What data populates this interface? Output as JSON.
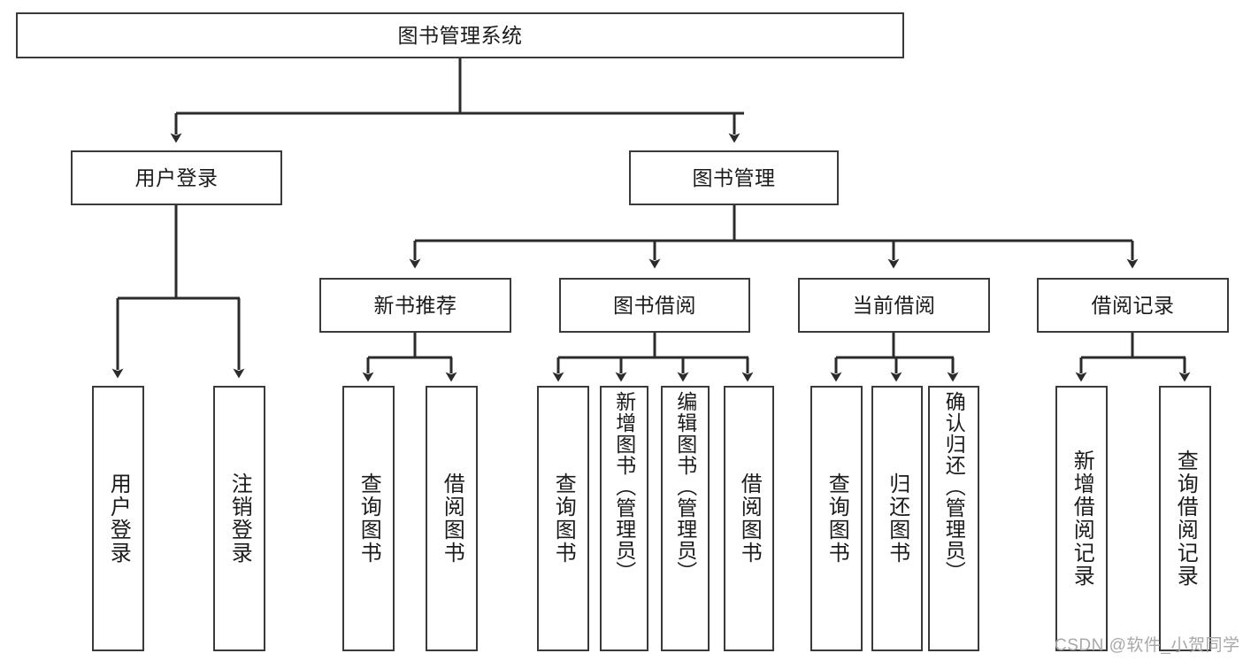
{
  "diagram": {
    "type": "tree-hierarchy-flowchart",
    "title": "图书管理系统",
    "background_color": "#ffffff",
    "box_border_color": "#3a3a3a",
    "connector_color": "#2b2b2b",
    "text_color": "#1b1b1b"
  },
  "nodes": {
    "root": {
      "label": "图书管理系统",
      "level": 1,
      "orientation": "horizontal"
    },
    "l2": [
      {
        "id": "user-login",
        "label": "用户登录",
        "level": 2,
        "orientation": "horizontal"
      },
      {
        "id": "book-manage",
        "label": "图书管理",
        "level": 2,
        "orientation": "horizontal"
      }
    ],
    "l3": [
      {
        "id": "new-book-recommend",
        "label": "新书推荐",
        "level": 3,
        "orientation": "horizontal"
      },
      {
        "id": "book-borrow",
        "label": "图书借阅",
        "level": 3,
        "orientation": "horizontal"
      },
      {
        "id": "current-borrow",
        "label": "当前借阅",
        "level": 3,
        "orientation": "horizontal"
      },
      {
        "id": "borrow-record",
        "label": "借阅记录",
        "level": 3,
        "orientation": "horizontal"
      }
    ],
    "leaves": [
      {
        "id": "leaf-user-login",
        "label": "用户登录",
        "parent": "user-login",
        "orientation": "vertical"
      },
      {
        "id": "leaf-logout",
        "label": "注销登录",
        "parent": "user-login",
        "orientation": "vertical"
      },
      {
        "id": "leaf-query-book-1",
        "label": "查询图书",
        "parent": "new-book-recommend",
        "orientation": "vertical"
      },
      {
        "id": "leaf-borrow-book-1",
        "label": "借阅图书",
        "parent": "new-book-recommend",
        "orientation": "vertical"
      },
      {
        "id": "leaf-query-book-2",
        "label": "查询图书",
        "parent": "book-borrow",
        "orientation": "vertical"
      },
      {
        "id": "leaf-add-book",
        "label": "新增图书（管理员）",
        "parent": "book-borrow",
        "orientation": "vertical"
      },
      {
        "id": "leaf-edit-book",
        "label": "编辑图书（管理员）",
        "parent": "book-borrow",
        "orientation": "vertical"
      },
      {
        "id": "leaf-borrow-book-2",
        "label": "借阅图书",
        "parent": "book-borrow",
        "orientation": "vertical"
      },
      {
        "id": "leaf-query-book-3",
        "label": "查询图书",
        "parent": "current-borrow",
        "orientation": "vertical"
      },
      {
        "id": "leaf-return-book",
        "label": "归还图书",
        "parent": "current-borrow",
        "orientation": "vertical"
      },
      {
        "id": "leaf-confirm-return",
        "label": "确认归还（管理员）",
        "parent": "current-borrow",
        "orientation": "vertical"
      },
      {
        "id": "leaf-add-record",
        "label": "新增借阅记录",
        "parent": "borrow-record",
        "orientation": "vertical"
      },
      {
        "id": "leaf-query-record",
        "label": "查询借阅记录",
        "parent": "borrow-record",
        "orientation": "vertical"
      }
    ]
  },
  "watermark": {
    "text": "CSDN @软件_小贺同学"
  }
}
